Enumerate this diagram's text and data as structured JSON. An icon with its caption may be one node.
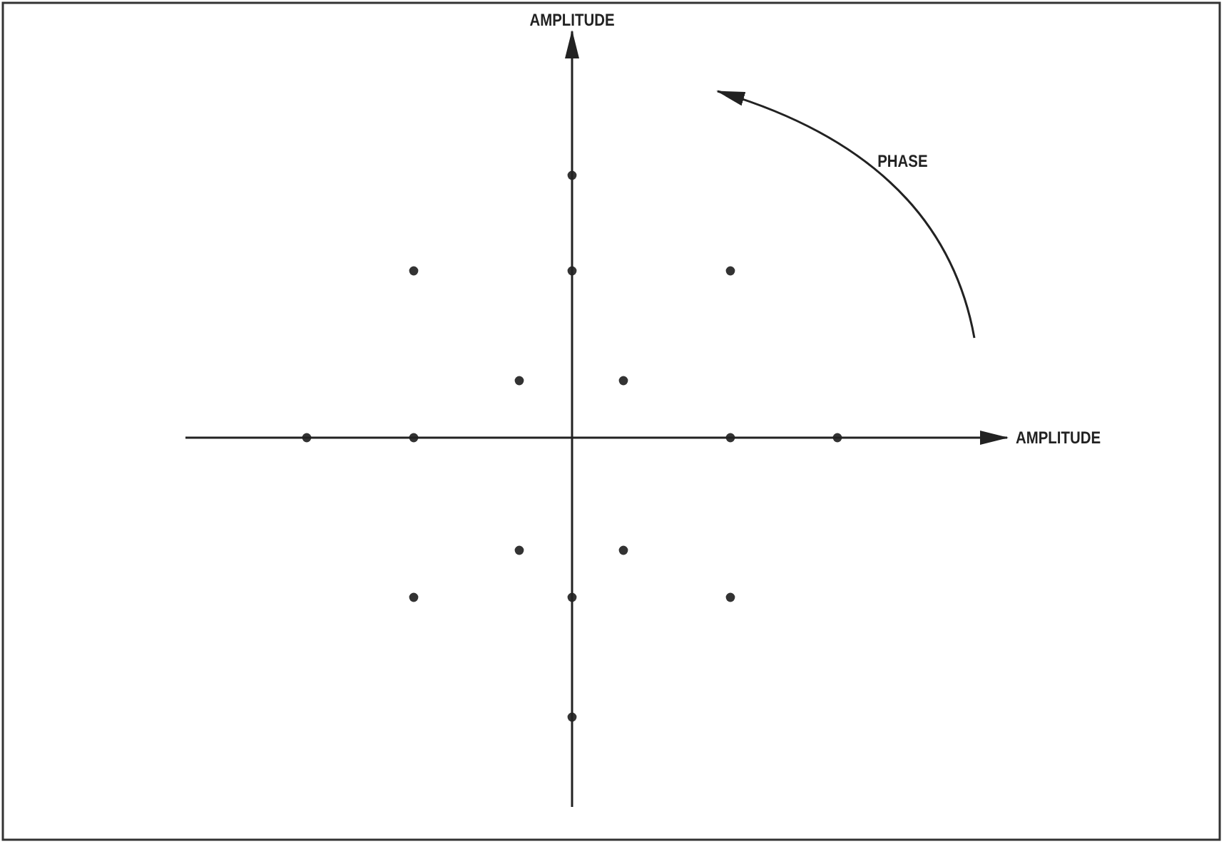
{
  "diagram": {
    "labels": [
      "AMPLITUDE",
      "PHASE",
      "AMPLITUDE"
    ]
  }
}
